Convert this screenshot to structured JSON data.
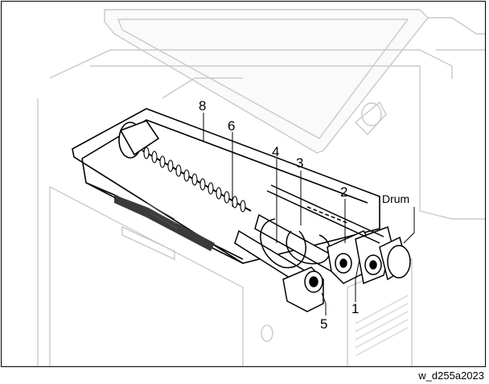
{
  "figure": {
    "callouts": {
      "c1": "1",
      "c2": "2",
      "c3": "3",
      "c4": "4",
      "c5": "5",
      "c6": "6",
      "c8": "8",
      "drum": "Drum"
    },
    "caption": "w_d255a2023"
  }
}
